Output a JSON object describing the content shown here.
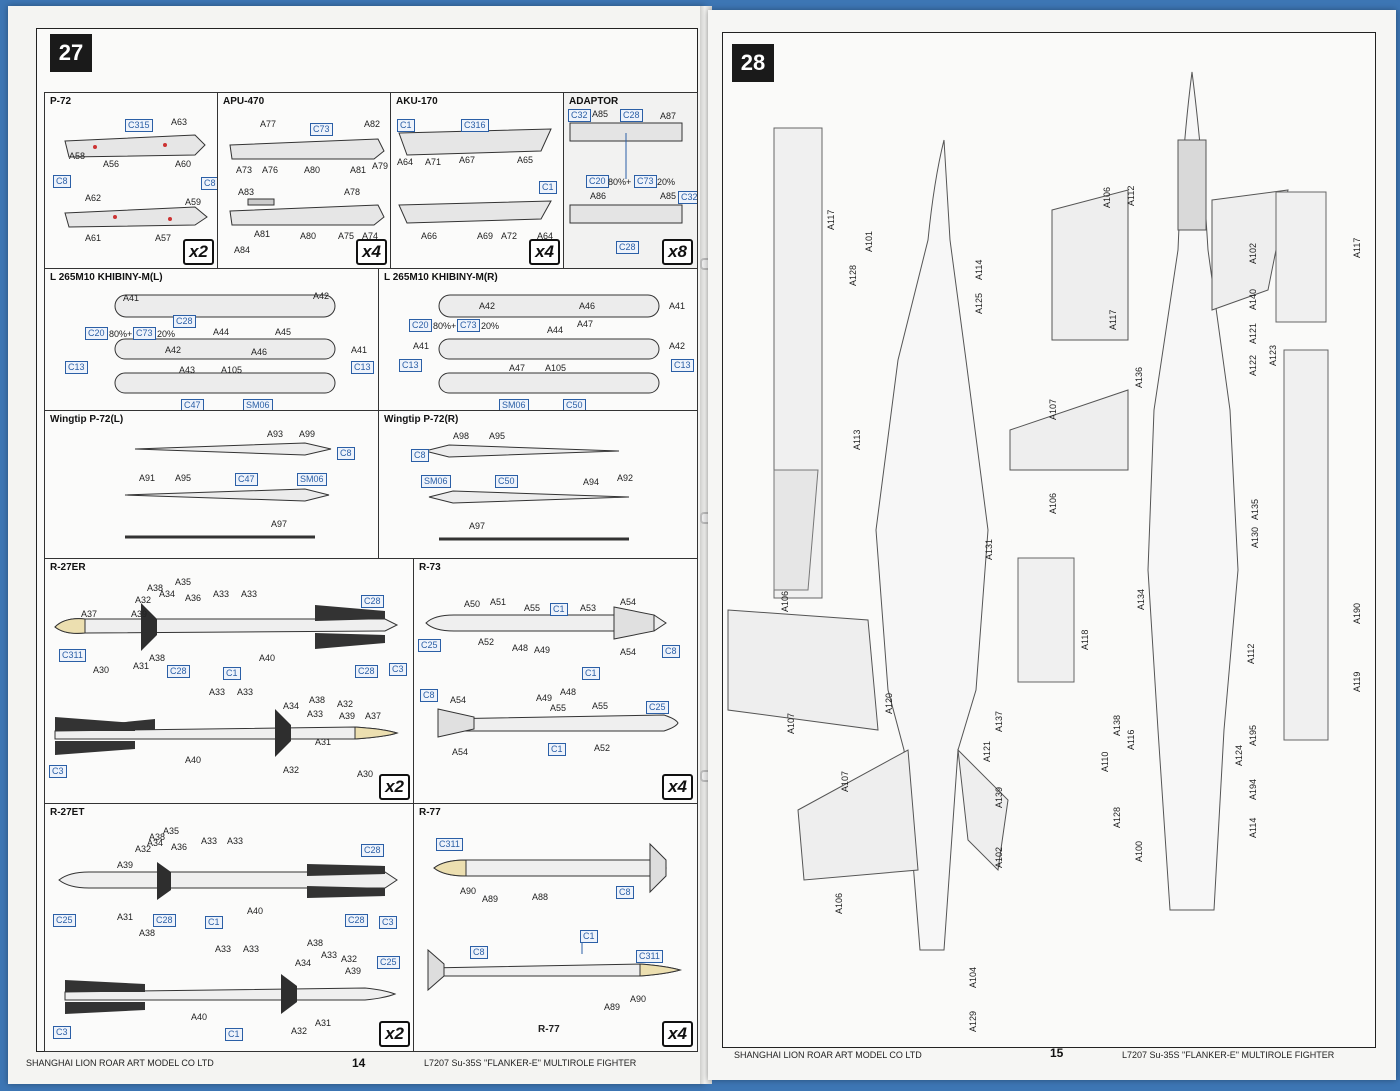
{
  "left_page": {
    "step": "27",
    "page_number": "14",
    "footer_company": "SHANGHAI LION ROAR ART MODEL CO LTD",
    "footer_model": "L7207   Su-35S   \"FLANKER-E\"   MULTIROLE   FIGHTER",
    "sections": {
      "p72": {
        "title": "P-72",
        "qty": "x2"
      },
      "apu470": {
        "title": "APU-470",
        "qty": "x4"
      },
      "aku170": {
        "title": "AKU-170",
        "qty": "x4"
      },
      "adaptor": {
        "title": "ADAPTOR",
        "qty": "x8"
      },
      "khibiny_l": {
        "title": "L 265M10 KHIBINY-M(L)"
      },
      "khibiny_r": {
        "title": "L 265M10 KHIBINY-M(R)"
      },
      "wingtip_l": {
        "title": "Wingtip P-72(L)"
      },
      "wingtip_r": {
        "title": "Wingtip P-72(R)"
      },
      "r27er": {
        "title": "R-27ER",
        "qty": "x2"
      },
      "r73": {
        "title": "R-73",
        "qty": "x4"
      },
      "r27et": {
        "title": "R-27ET",
        "qty": "x2"
      },
      "r77": {
        "title": "R-77",
        "qty": "x4",
        "caption": "R-77"
      }
    },
    "labels": {
      "c315": "C315",
      "a63": "A63",
      "a58": "A58",
      "a56": "A56",
      "a60": "A60",
      "c8": "C8",
      "a62": "A62",
      "a59": "A59",
      "a61": "A61",
      "a57": "A57",
      "a77": "A77",
      "c73": "C73",
      "a82": "A82",
      "a73": "A73",
      "a76": "A76",
      "a80": "A80",
      "a81": "A81",
      "a79": "A79",
      "a83": "A83",
      "a78": "A78",
      "a84": "A84",
      "a75": "A75",
      "a74": "A74",
      "c1": "C1",
      "c316": "C316",
      "a64": "A64",
      "a71": "A71",
      "a67": "A67",
      "a65": "A65",
      "a66": "A66",
      "a69": "A69",
      "a72": "A72",
      "c32": "C32",
      "a85": "A85",
      "c28": "C28",
      "a87": "A87",
      "c20": "C20",
      "pct80": "80%+",
      "pct20": "20%",
      "a86": "A86",
      "a41": "A41",
      "a42": "A42",
      "a45": "A45",
      "a44": "A44",
      "a46": "A46",
      "c13": "C13",
      "a43": "A43",
      "a105": "A105",
      "c47": "C47",
      "sm06": "SM06",
      "a47": "A47",
      "c50": "C50",
      "a93": "A93",
      "a99": "A99",
      "a91": "A91",
      "a95": "A95",
      "a97": "A97",
      "a98": "A98",
      "a94": "A94",
      "a92": "A92",
      "a37": "A37",
      "a38": "A38",
      "a35": "A35",
      "a32": "A32",
      "a34": "A34",
      "a36": "A36",
      "a33": "A33",
      "a39": "A39",
      "c311": "C311",
      "a30": "A30",
      "a31": "A31",
      "a40": "A40",
      "c3": "C3",
      "c25": "C25",
      "a50": "A50",
      "a51": "A51",
      "a55": "A55",
      "a53": "A53",
      "a54": "A54",
      "a52": "A52",
      "a48": "A48",
      "a49": "A49",
      "a90": "A90",
      "a89": "A89",
      "a88": "A88"
    }
  },
  "right_page": {
    "step": "28",
    "page_number": "15",
    "footer_company": "SHANGHAI LION ROAR ART MODEL CO LTD",
    "footer_model": "L7207   Su-35S   \"FLANKER-E\"   MULTIROLE   FIGHTER",
    "labels": {
      "a117": "A117",
      "a101": "A101",
      "a128": "A128",
      "a114": "A114",
      "a125": "A125",
      "a113": "A113",
      "a131": "A131",
      "a106": "A106",
      "a112": "A112",
      "a102": "A102",
      "a140": "A140",
      "a121": "A121",
      "a122": "A122",
      "a123": "A123",
      "a107": "A107",
      "a136": "A136",
      "a135": "A135",
      "a130": "A130",
      "a134": "A134",
      "a118": "A118",
      "a120": "A120",
      "a137": "A137",
      "a139": "A139",
      "a104": "A104",
      "a129": "A129",
      "a190": "A190",
      "a119": "A119",
      "a138": "A138",
      "a116": "A116",
      "a110": "A110",
      "a195": "A195",
      "a124": "A124",
      "a194": "A194",
      "a100": "A100"
    }
  }
}
